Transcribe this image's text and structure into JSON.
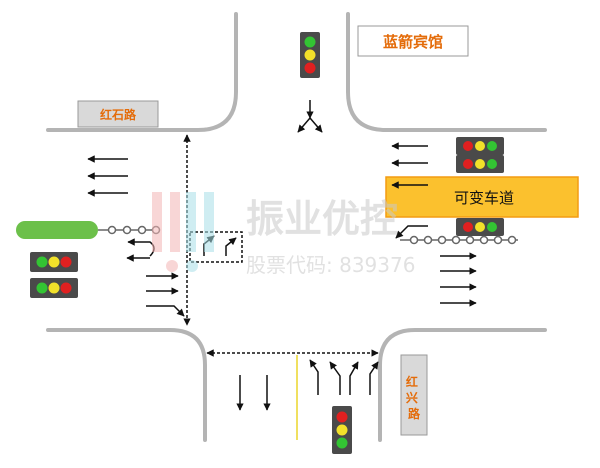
{
  "labels": {
    "hotel": "蓝箭宾馆",
    "road_hongshi": "红石路",
    "road_hongxing": "红兴路",
    "variable_lane": "可变车道"
  },
  "watermark": {
    "brand": "振业优控",
    "stock": "股票代码: 839376"
  },
  "colors": {
    "road_edge": "#b4b4b4",
    "label_box": "#d9d9d9",
    "label_text": "#e46c0a",
    "variable_lane_fill": "#fbc12e",
    "variable_lane_border": "#f39c12",
    "signal_housing": "#4a4a4a",
    "light_red": "#e02020",
    "light_yellow": "#f2e12a",
    "light_green": "#33c433",
    "center_line": "#f0e060",
    "detector_bar": "#6cc04a"
  },
  "icons": [
    "traffic-signal-icon",
    "arrow-left-icon",
    "arrow-down-icon",
    "arrow-right-icon",
    "u-turn-icon"
  ]
}
